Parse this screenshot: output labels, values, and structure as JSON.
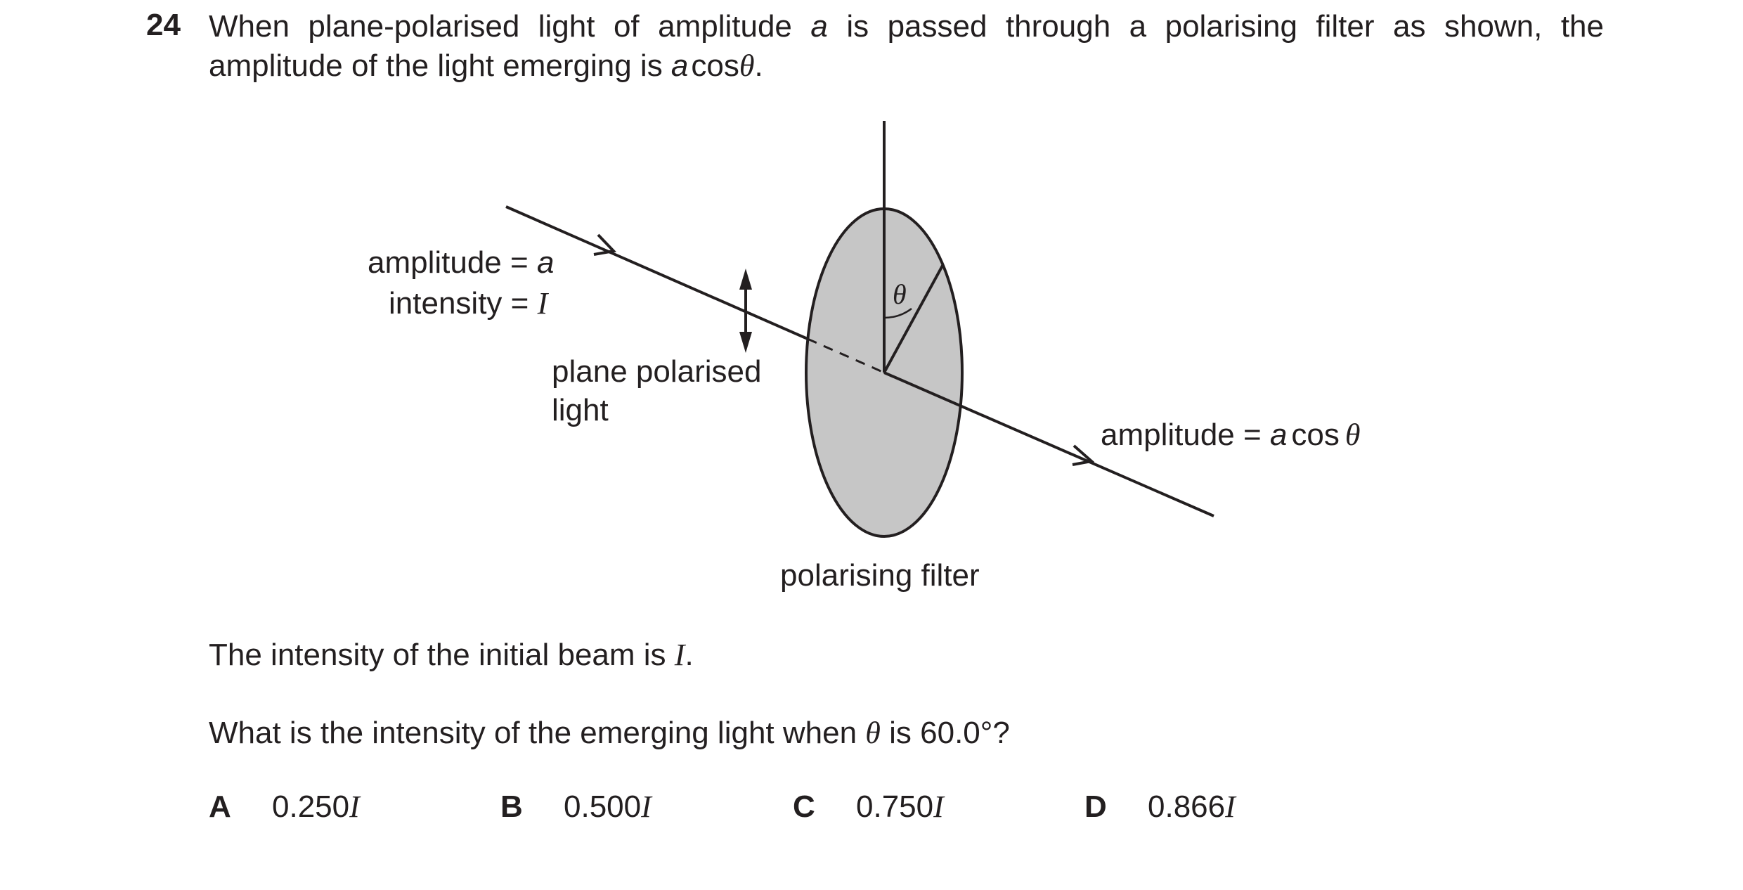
{
  "question": {
    "number": "24",
    "intro_line1": "When plane-polarised light of amplitude a is passed through a polarising filter as shown, the",
    "intro_line1_parts": {
      "before": "When plane-polarised light of amplitude ",
      "var": "a",
      "after": " is passed through a polarising filter as shown, the"
    },
    "intro_line2_parts": {
      "before": "amplitude of the light emerging is ",
      "var": "a",
      "func": "cos",
      "theta": "θ",
      "end": "."
    }
  },
  "diagram": {
    "label_amplitude_in": {
      "text": "amplitude = ",
      "var": "a"
    },
    "label_intensity_in": {
      "text": "intensity = ",
      "var": "I"
    },
    "label_plane_polarised_1": "plane polarised",
    "label_plane_polarised_2": "light",
    "label_amplitude_out": {
      "text": "amplitude = ",
      "var": "a",
      "func": "cos",
      "theta": "θ"
    },
    "label_theta": "θ",
    "label_filter": "polarising filter"
  },
  "body": {
    "intensity_statement": {
      "before": "The intensity of the initial beam is ",
      "var": "I",
      "end": "."
    },
    "question_text": {
      "before": "What is the intensity of the emerging light when ",
      "theta": "θ",
      "after": " is 60.0°?"
    }
  },
  "options": [
    {
      "letter": "A",
      "value": "0.250",
      "var": "I"
    },
    {
      "letter": "B",
      "value": "0.500",
      "var": "I"
    },
    {
      "letter": "C",
      "value": "0.750",
      "var": "I"
    },
    {
      "letter": "D",
      "value": "0.866",
      "var": "I"
    }
  ],
  "colors": {
    "ink": "#231f20",
    "filter_fill": "#c6c6c6"
  }
}
